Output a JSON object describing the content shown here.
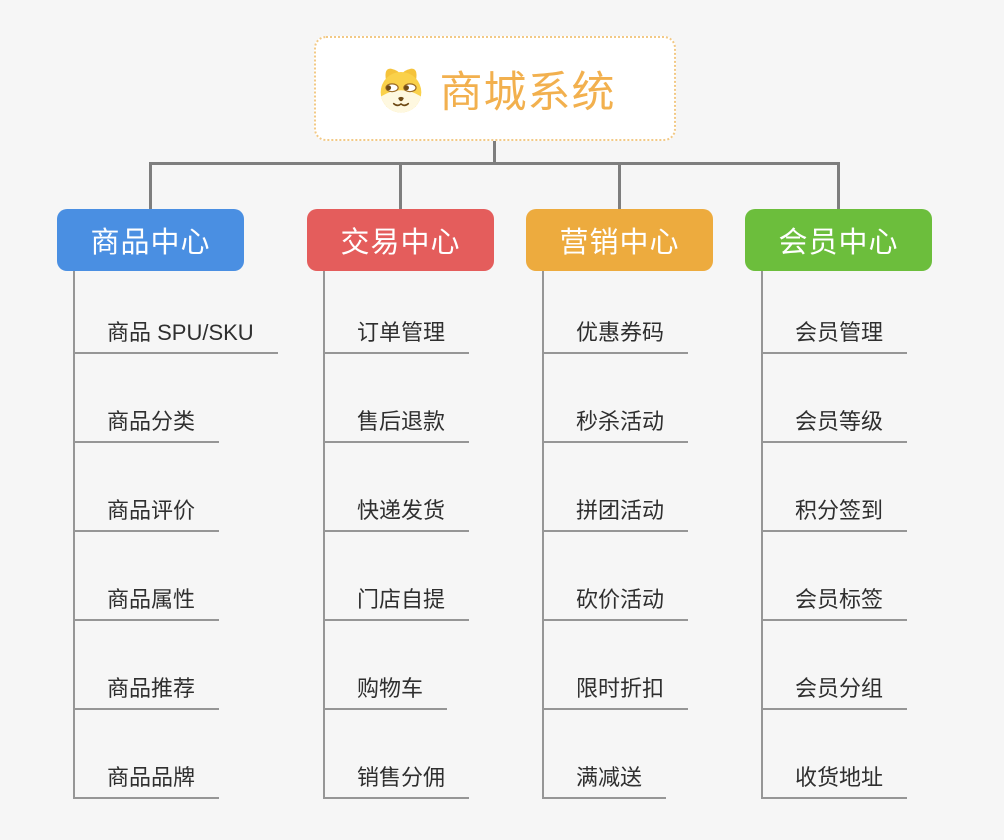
{
  "root": {
    "label": "商城系统",
    "icon": "dog-face-icon",
    "text_color": "#F2B04E",
    "border_color": "#F2C986",
    "background": "#FFFFFF"
  },
  "canvas": {
    "background": "#F6F6F6",
    "connector_color": "#7E7E7E",
    "leaf_line_color": "#969696",
    "leaf_text_color": "#2F2F2F"
  },
  "branches": [
    {
      "id": "product-center",
      "label": "商品中心",
      "color": "#4A8FE2",
      "items": [
        "商品 SPU/SKU",
        "商品分类",
        "商品评价",
        "商品属性",
        "商品推荐",
        "商品品牌"
      ]
    },
    {
      "id": "trade-center",
      "label": "交易中心",
      "color": "#E45D5C",
      "items": [
        "订单管理",
        "售后退款",
        "快递发货",
        "门店自提",
        "购物车",
        "销售分佣"
      ]
    },
    {
      "id": "marketing-center",
      "label": "营销中心",
      "color": "#EDAB3E",
      "items": [
        "优惠券码",
        "秒杀活动",
        "拼团活动",
        "砍价活动",
        "限时折扣",
        "满减送"
      ]
    },
    {
      "id": "member-center",
      "label": "会员中心",
      "color": "#6CBE3C",
      "items": [
        "会员管理",
        "会员等级",
        "积分签到",
        "会员标签",
        "会员分组",
        "收货地址"
      ]
    }
  ]
}
